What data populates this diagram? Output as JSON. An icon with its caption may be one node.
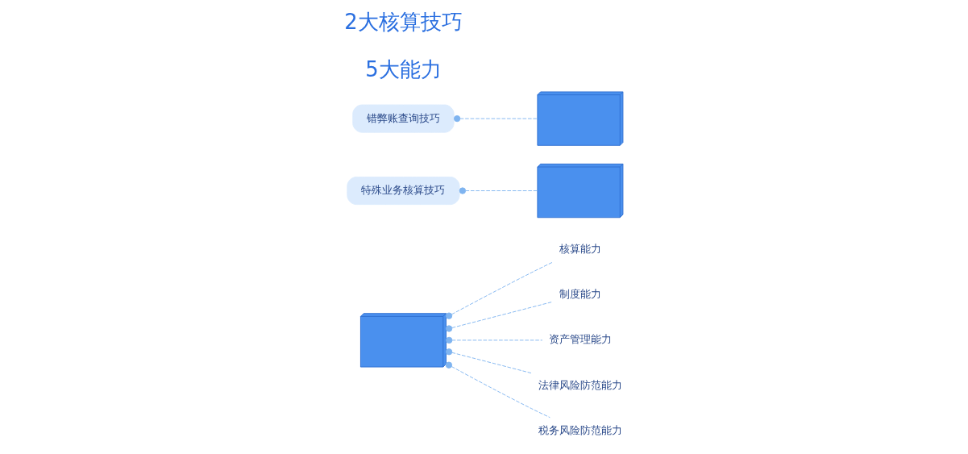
{
  "diagram": {
    "nodes": [
      {
        "text": [],
        "shape": "picture"
      },
      {
        "text": [
          "核算能力"
        ]
      },
      {
        "text": [
          "制度能力"
        ]
      },
      {
        "text": [
          "资产管理能力"
        ]
      },
      {
        "text": [
          "法律风险防范能力"
        ]
      },
      {
        "text": [
          "税务风险防范能力"
        ]
      },
      {
        "text": [
          "特殊业务核算技巧"
        ]
      },
      {
        "text": [],
        "shape": "picture"
      },
      {
        "text": [],
        "shape": "picture"
      },
      {
        "text": [
          "错弊账查询技巧"
        ]
      }
    ],
    "edges": [
      {
        "from": 0,
        "to": 1,
        "arrow": "other",
        "style": "dashed"
      },
      {
        "from": 0,
        "to": 2,
        "arrow": "other",
        "style": "dashed"
      },
      {
        "from": 0,
        "to": 3,
        "arrow": "other",
        "style": "dashed"
      },
      {
        "from": 0,
        "to": 4,
        "arrow": "other",
        "style": "dashed"
      },
      {
        "from": 0,
        "to": 5,
        "arrow": "other",
        "style": "dashed"
      },
      {
        "from": 6,
        "to": 7,
        "arrow": "other",
        "style": "dashed"
      },
      {
        "from": 9,
        "to": 8,
        "arrow": "other",
        "style": "dashed"
      }
    ],
    "labels": [
      "5大能力",
      "2大核算技巧"
    ]
  }
}
